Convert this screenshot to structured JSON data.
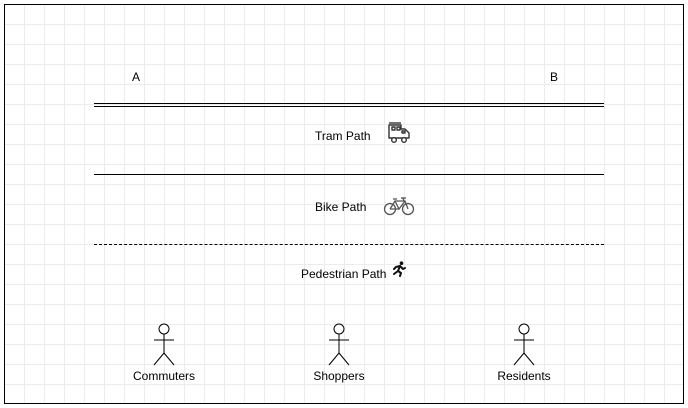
{
  "diagram": {
    "points": {
      "start": "A",
      "end": "B"
    },
    "lanes": [
      {
        "label": "Tram Path",
        "icon": "tram-icon",
        "line_style": "double"
      },
      {
        "label": "Bike Path",
        "icon": "bicycle-icon",
        "line_style": "solid"
      },
      {
        "label": "Pedestrian Path",
        "icon": "pedestrian-running-icon",
        "line_style": "dashed"
      }
    ],
    "actors": [
      {
        "label": "Commuters"
      },
      {
        "label": "Shoppers"
      },
      {
        "label": "Residents"
      }
    ]
  }
}
